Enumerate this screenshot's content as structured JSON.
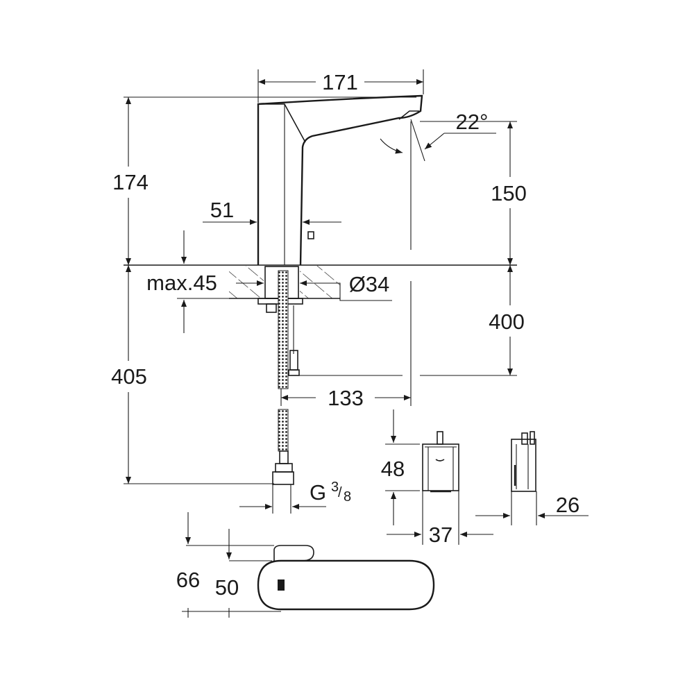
{
  "dimensions": {
    "width_top": "171",
    "angle": "22°",
    "height_total": "174",
    "height_spout": "150",
    "base_offset": "51",
    "max_thickness": "max.45",
    "hole_diameter": "Ø34",
    "hose_length_right": "400",
    "hose_length_left": "405",
    "projection": "133",
    "box_height": "48",
    "box_width": "37",
    "box_depth": "26",
    "thread": "G",
    "thread_num": "3",
    "thread_den": "8",
    "top_view_outer": "66",
    "top_view_inner": "50"
  }
}
